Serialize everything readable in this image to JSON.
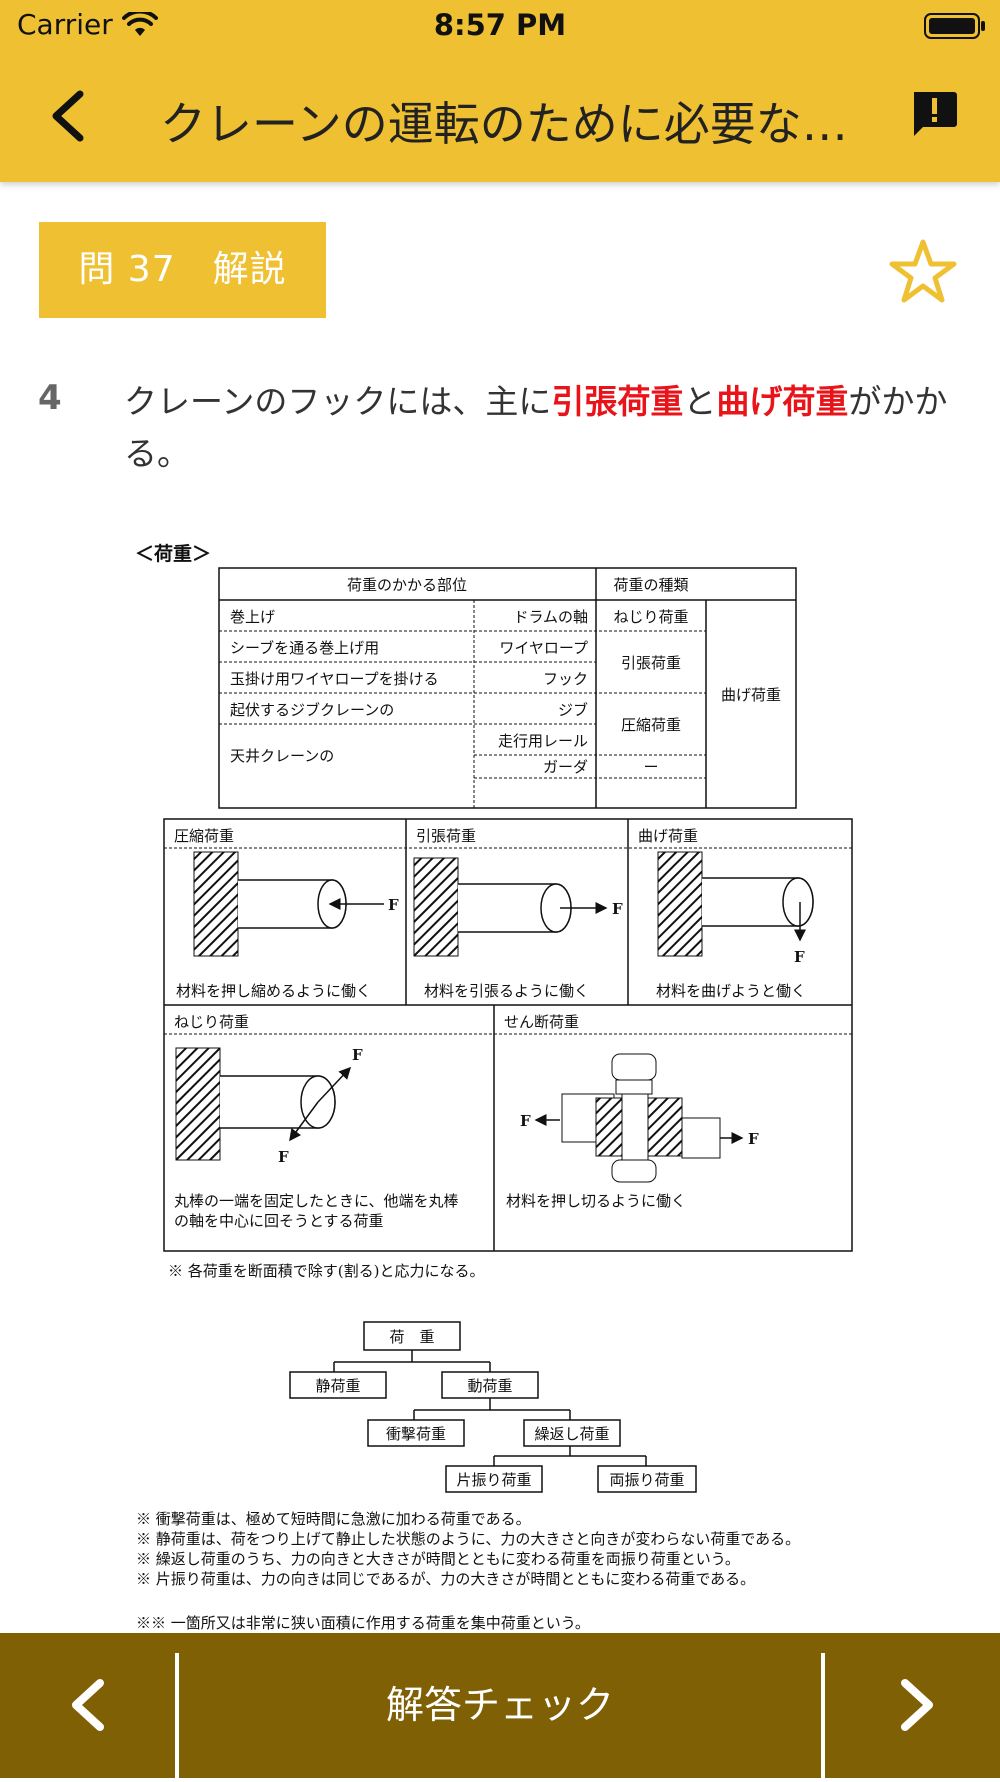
{
  "status_bar": {
    "carrier": "Carrier",
    "time": "8:57 PM"
  },
  "header": {
    "title": "クレーンの運転のために必要な…",
    "back_icon": "chevron-left-icon",
    "report_icon": "report-icon"
  },
  "question": {
    "badge": "問 37　解説"
  },
  "choice": {
    "number": "4",
    "text_before": "クレーンのフックには、主に",
    "highlight1": "引張荷重",
    "text_middle": "と",
    "highlight2": "曲げ荷重",
    "text_after": "がかかる。"
  },
  "figure": {
    "section_title": "＜荷重＞",
    "table_headers": [
      "荷重のかかる部位",
      "荷重の種類"
    ],
    "table_rows": [
      [
        "巻上げ",
        "ドラムの軸",
        "ねじり荷重"
      ],
      [
        "シーブを通る巻上げ用",
        "ワイヤロープ",
        ""
      ],
      [
        "玉掛け用ワイヤロープを掛ける",
        "フック",
        "引張荷重"
      ],
      [
        "起伏するジブクレーンの",
        "ジブ",
        "圧縮荷重"
      ],
      [
        "天井クレーンの",
        "走行用レール",
        ""
      ],
      [
        "",
        "ガーダ",
        "ー"
      ]
    ],
    "table_bending": "曲げ荷重",
    "diagram_titles": [
      "圧縮荷重",
      "引張荷重",
      "曲げ荷重",
      "ねじり荷重",
      "せん断荷重"
    ],
    "diagram_captions": [
      "材料を押し縮めるように働く",
      "材料を引張るように働く",
      "材料を曲げようと働く",
      "丸棒の一端を固定したときに、他端を丸棒",
      "の軸を中心に回そうとする荷重",
      "材料を押し切るように働く"
    ],
    "force_label": "F",
    "diagram_note": "※ 各荷重を断面積で除す(割る)と応力になる。",
    "tree": [
      "荷　重",
      "静荷重",
      "動荷重",
      "衝撃荷重",
      "繰返し荷重",
      "片振り荷重",
      "両振り荷重"
    ],
    "notes": [
      "※ 衝撃荷重は、極めて短時間に急激に加わる荷重である。",
      "※ 静荷重は、荷をつり上げて静止した状態のように、力の大きさと向きが変わらない荷重である。",
      "※ 繰返し荷重のうち、力の向きと大きさが時間とともに変わる荷重を両振り荷重という。",
      "※ 片振り荷重は、力の向きは同じであるが、力の大きさが時間とともに変わる荷重である。",
      "※※ 一箇所又は非常に狭い面積に作用する荷重を集中荷重という。"
    ]
  },
  "bottom_bar": {
    "check_label": "解答チェック",
    "prev_icon": "chevron-left-icon",
    "next_icon": "chevron-right-icon"
  },
  "colors": {
    "accent": "#EFC032",
    "bottom_bar": "#7F6005",
    "highlight": "#E8141A"
  }
}
